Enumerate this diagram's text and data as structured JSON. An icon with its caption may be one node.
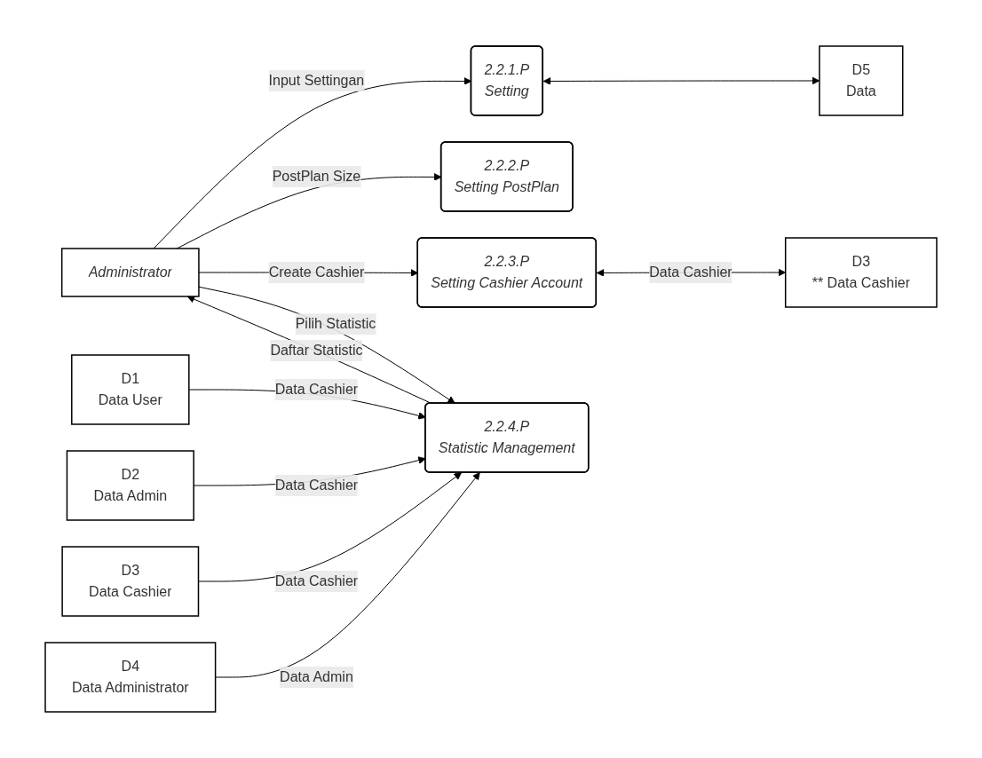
{
  "diagram": {
    "nodes": [
      {
        "text": [
          "Administrator"
        ]
      },
      {
        "text": [
          "2.2.1.P",
          "Setting"
        ]
      },
      {
        "text": [
          "D5",
          "Data"
        ]
      },
      {
        "text": [
          "2.2.2.P",
          "Setting PostPlan"
        ]
      },
      {
        "text": [
          "2.2.3.P",
          "Setting Cashier Account"
        ]
      },
      {
        "text": [
          "D3",
          "** Data Cashier"
        ]
      },
      {
        "text": [
          "2.2.4.P",
          "Statistic Management"
        ]
      },
      {
        "text": [
          "D1",
          "Data User"
        ]
      },
      {
        "text": [
          "D2",
          "Data Admin"
        ]
      },
      {
        "text": [
          "D3",
          "Data Cashier"
        ]
      },
      {
        "text": [
          "D4",
          "Data Administrator"
        ]
      }
    ],
    "edges": [
      {
        "from": 0,
        "to": 1,
        "arrow": "to",
        "label": "Input Settingan"
      },
      {
        "from": 1,
        "to": 2,
        "arrow": "both"
      },
      {
        "from": 0,
        "to": 3,
        "arrow": "to",
        "label": "PostPlan Size"
      },
      {
        "from": 0,
        "to": 4,
        "arrow": "to",
        "label": "Create Cashier"
      },
      {
        "from": 4,
        "to": 5,
        "arrow": "both",
        "label": "Data Cashier"
      },
      {
        "from": 0,
        "to": 6,
        "arrow": "to",
        "label": "Pilih Statistic"
      },
      {
        "from": 6,
        "to": 0,
        "arrow": "to",
        "label": "Daftar Statistic"
      },
      {
        "from": 7,
        "to": 6,
        "arrow": "to",
        "label": "Data Cashier"
      },
      {
        "from": 8,
        "to": 6,
        "arrow": "to",
        "label": "Data Cashier"
      },
      {
        "from": 9,
        "to": 6,
        "arrow": "to",
        "label": "Data Cashier"
      },
      {
        "from": 10,
        "to": 6,
        "arrow": "to",
        "label": "Data Admin"
      }
    ]
  }
}
